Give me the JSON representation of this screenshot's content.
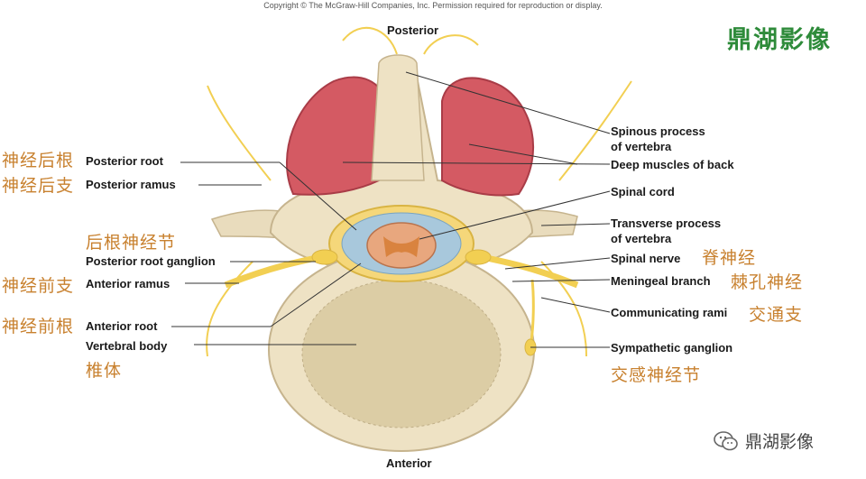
{
  "copyright": "Copyright © The McGraw-Hill Companies, Inc. Permission required for reproduction or display.",
  "brand": "鼎湖影像",
  "watermark": {
    "icon": "wechat-icon",
    "text": "鼎湖影像"
  },
  "orientation": {
    "top": "Posterior",
    "bottom": "Anterior"
  },
  "labels_right": {
    "spinous_process": "Spinous process\nof vertebra",
    "deep_muscles": "Deep muscles of back",
    "spinal_cord": "Spinal cord",
    "transverse_process": "Transverse process\nof vertebra",
    "spinal_nerve": "Spinal nerve",
    "meningeal_branch": "Meningeal branch",
    "communicating_rami": "Communicating rami",
    "sympathetic_ganglion": "Sympathetic ganglion"
  },
  "labels_left": {
    "posterior_root": "Posterior root",
    "posterior_ramus": "Posterior ramus",
    "posterior_root_ganglion": "Posterior root ganglion",
    "anterior_ramus": "Anterior ramus",
    "anterior_root": "Anterior root",
    "vertebral_body": "Vertebral body"
  },
  "chinese_labels": {
    "posterior_root": "神经后根",
    "posterior_ramus": "神经后支",
    "posterior_root_ganglion": "后根神经节",
    "anterior_ramus": "神经前支",
    "anterior_root": "神经前根",
    "vertebral_body": "椎体",
    "spinal_nerve": "脊神经",
    "meningeal_branch": "棘孔神经",
    "communicating_rami": "交通支",
    "sympathetic_ganglion": "交感神经节"
  },
  "colors": {
    "bone": "#eee2c4",
    "muscle": "#d45a63",
    "nerve": "#f2cf52",
    "cord": "#e8a77e",
    "csf": "#a8c8dc",
    "zh_text": "#c8812f",
    "brand": "#2e8b3a"
  }
}
